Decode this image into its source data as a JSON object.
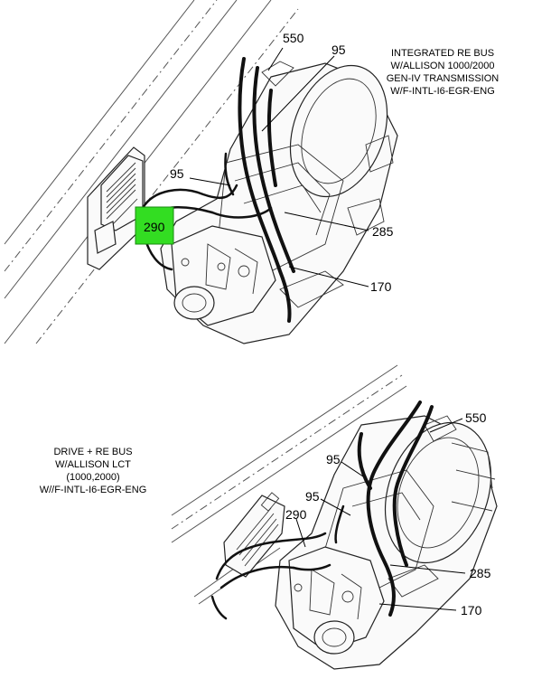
{
  "top_view": {
    "caption_lines": [
      "INTEGRATED RE BUS",
      "W/ALLISON 1000/2000",
      "GEN-IV TRANSMISSION",
      "W/F-INTL-I6-EGR-ENG"
    ],
    "callouts": {
      "c550": "550",
      "c95a": "95",
      "c95b": "95",
      "c290": "290",
      "c285": "285",
      "c170": "170"
    },
    "highlight_color": "#33dd22"
  },
  "bottom_view": {
    "caption_lines": [
      "DRIVE + RE BUS",
      "W/ALLISON LCT",
      "(1000,2000)",
      "W//F-INTL-I6-EGR-ENG"
    ],
    "callouts": {
      "c550": "550",
      "c95a": "95",
      "c95b": "95",
      "c290": "290",
      "c285": "285",
      "c170": "170"
    }
  }
}
